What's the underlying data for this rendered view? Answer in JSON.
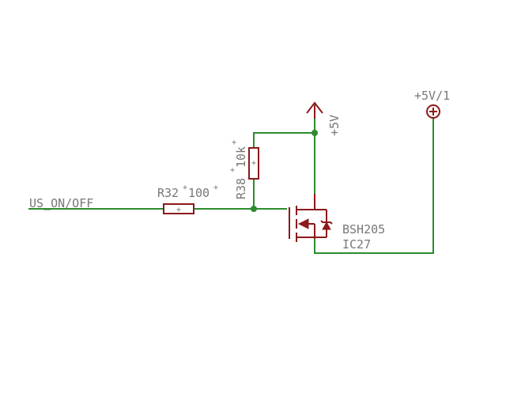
{
  "net_label": "US_ON/OFF",
  "power_5v": "+5V",
  "power_5v1": "+5V/1",
  "r32": {
    "name": "R32",
    "value": "100"
  },
  "r38": {
    "name": "R38",
    "value": "10k"
  },
  "mosfet": {
    "part": "BSH205",
    "name": "IC27"
  },
  "origin_mark": "+",
  "colors": {
    "wire": "#2e8b2e",
    "part": "#8b1a1a",
    "text": "#777777"
  }
}
